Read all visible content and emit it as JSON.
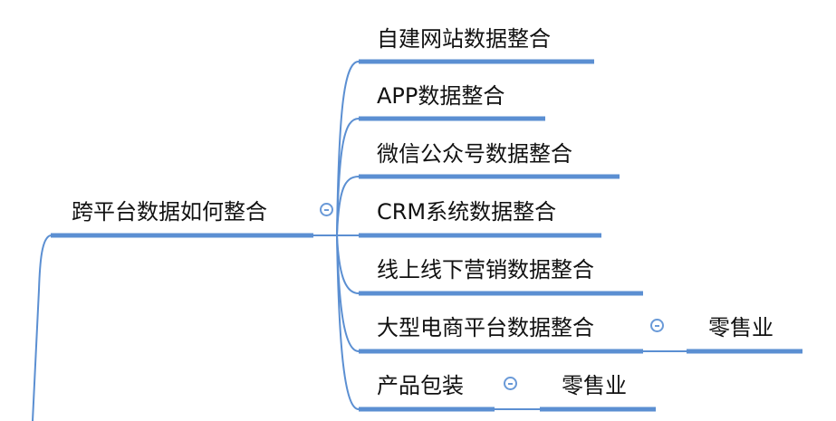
{
  "colors": {
    "line": "#5b8fd2",
    "text": "#111111",
    "icon": "#6a9ad8"
  },
  "root": {
    "label": "跨平台数据如何整合",
    "collapse_icon": "collapse-minus-icon"
  },
  "branches": [
    {
      "label": "自建网站数据整合"
    },
    {
      "label": "APP数据整合"
    },
    {
      "label": "微信公众号数据整合"
    },
    {
      "label": "CRM系统数据整合"
    },
    {
      "label": "线上线下营销数据整合"
    },
    {
      "label": "大型电商平台数据整合",
      "collapse_icon": "collapse-minus-icon",
      "child": {
        "label": "零售业"
      }
    },
    {
      "label": "产品包装",
      "collapse_icon": "collapse-minus-icon",
      "child": {
        "label": "零售业"
      }
    }
  ]
}
